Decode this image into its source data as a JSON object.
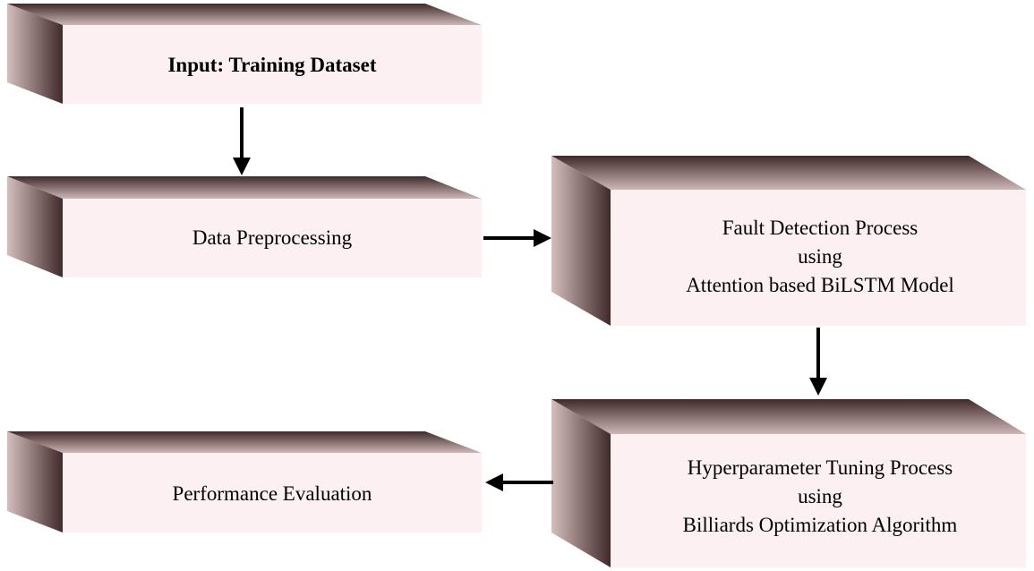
{
  "boxes": {
    "input": {
      "lines": [
        "Input: Training Dataset"
      ]
    },
    "preprocessing": {
      "lines": [
        "Data Preprocessing"
      ]
    },
    "fault_detection": {
      "lines": [
        "Fault Detection Process",
        "using",
        "Attention based BiLSTM Model"
      ]
    },
    "hyperparameter": {
      "lines": [
        "Hyperparameter Tuning Process",
        "using",
        "Billiards Optimization Algorithm"
      ]
    },
    "evaluation": {
      "lines": [
        "Performance Evaluation"
      ]
    }
  },
  "colors": {
    "front_face": "#fdf0f2",
    "dark_shade": "#3f2a29",
    "light_shade": "#d9c3c3",
    "arrow": "#000000"
  }
}
